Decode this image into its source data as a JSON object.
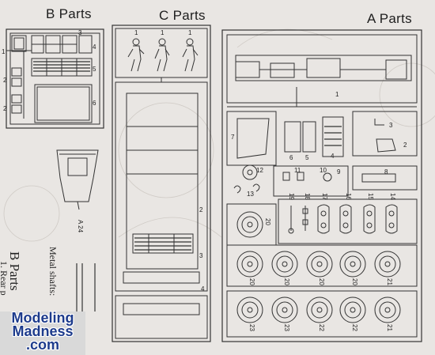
{
  "titles": {
    "b": "B Parts",
    "c": "C Parts",
    "a": "A Parts"
  },
  "b_labels": {
    "n1": "1",
    "n2a": "2",
    "n2b": "2",
    "n3": "3",
    "n4": "4",
    "n5": "5",
    "n6": "6",
    "a24": "A 24"
  },
  "c_labels": {
    "n1a": "1",
    "n1b": "1",
    "n1c": "1",
    "n2": "2",
    "n3": "3",
    "n4": "4"
  },
  "a_labels": {
    "n1": "1",
    "n2": "2",
    "n3": "3",
    "n4": "4",
    "n5": "5",
    "n6": "6",
    "n7": "7",
    "n8": "8",
    "n9": "9",
    "n10": "10",
    "n11": "11",
    "n12": "12",
    "n13": "13",
    "n14": "14",
    "n15": "15",
    "n16": "16",
    "n17": "17",
    "n18": "18",
    "n19": "19",
    "n20": "20",
    "wheels_top": [
      "20",
      "20",
      "20",
      "20",
      "21"
    ],
    "wheels_bottom": [
      "23",
      "23",
      "22",
      "22",
      "21"
    ]
  },
  "side_text": {
    "metal": "Metal shafts:",
    "b_parts": "B Parts",
    "rear": "1. Rear p"
  },
  "watermark": {
    "line1": "Modeling",
    "line2": "Madness",
    "line3": ".com"
  }
}
